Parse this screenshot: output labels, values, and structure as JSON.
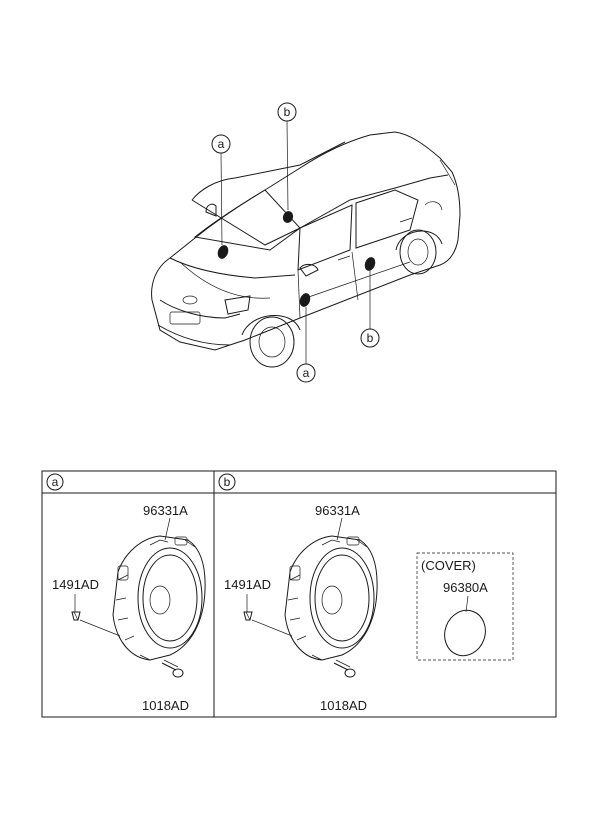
{
  "callouts": {
    "a": "a",
    "b": "b"
  },
  "sections": {
    "a": {
      "header": "a",
      "parts": {
        "speaker": "96331A",
        "screw": "1491AD",
        "bolt": "1018AD"
      }
    },
    "b": {
      "header": "b",
      "parts": {
        "speaker": "96331A",
        "screw": "1491AD",
        "bolt": "1018AD",
        "cover_caption": "(COVER)",
        "cover": "96380A"
      }
    }
  },
  "colors": {
    "line": "#1a1a1a",
    "speaker_mark": "#1a1a1a",
    "background": "#ffffff"
  }
}
